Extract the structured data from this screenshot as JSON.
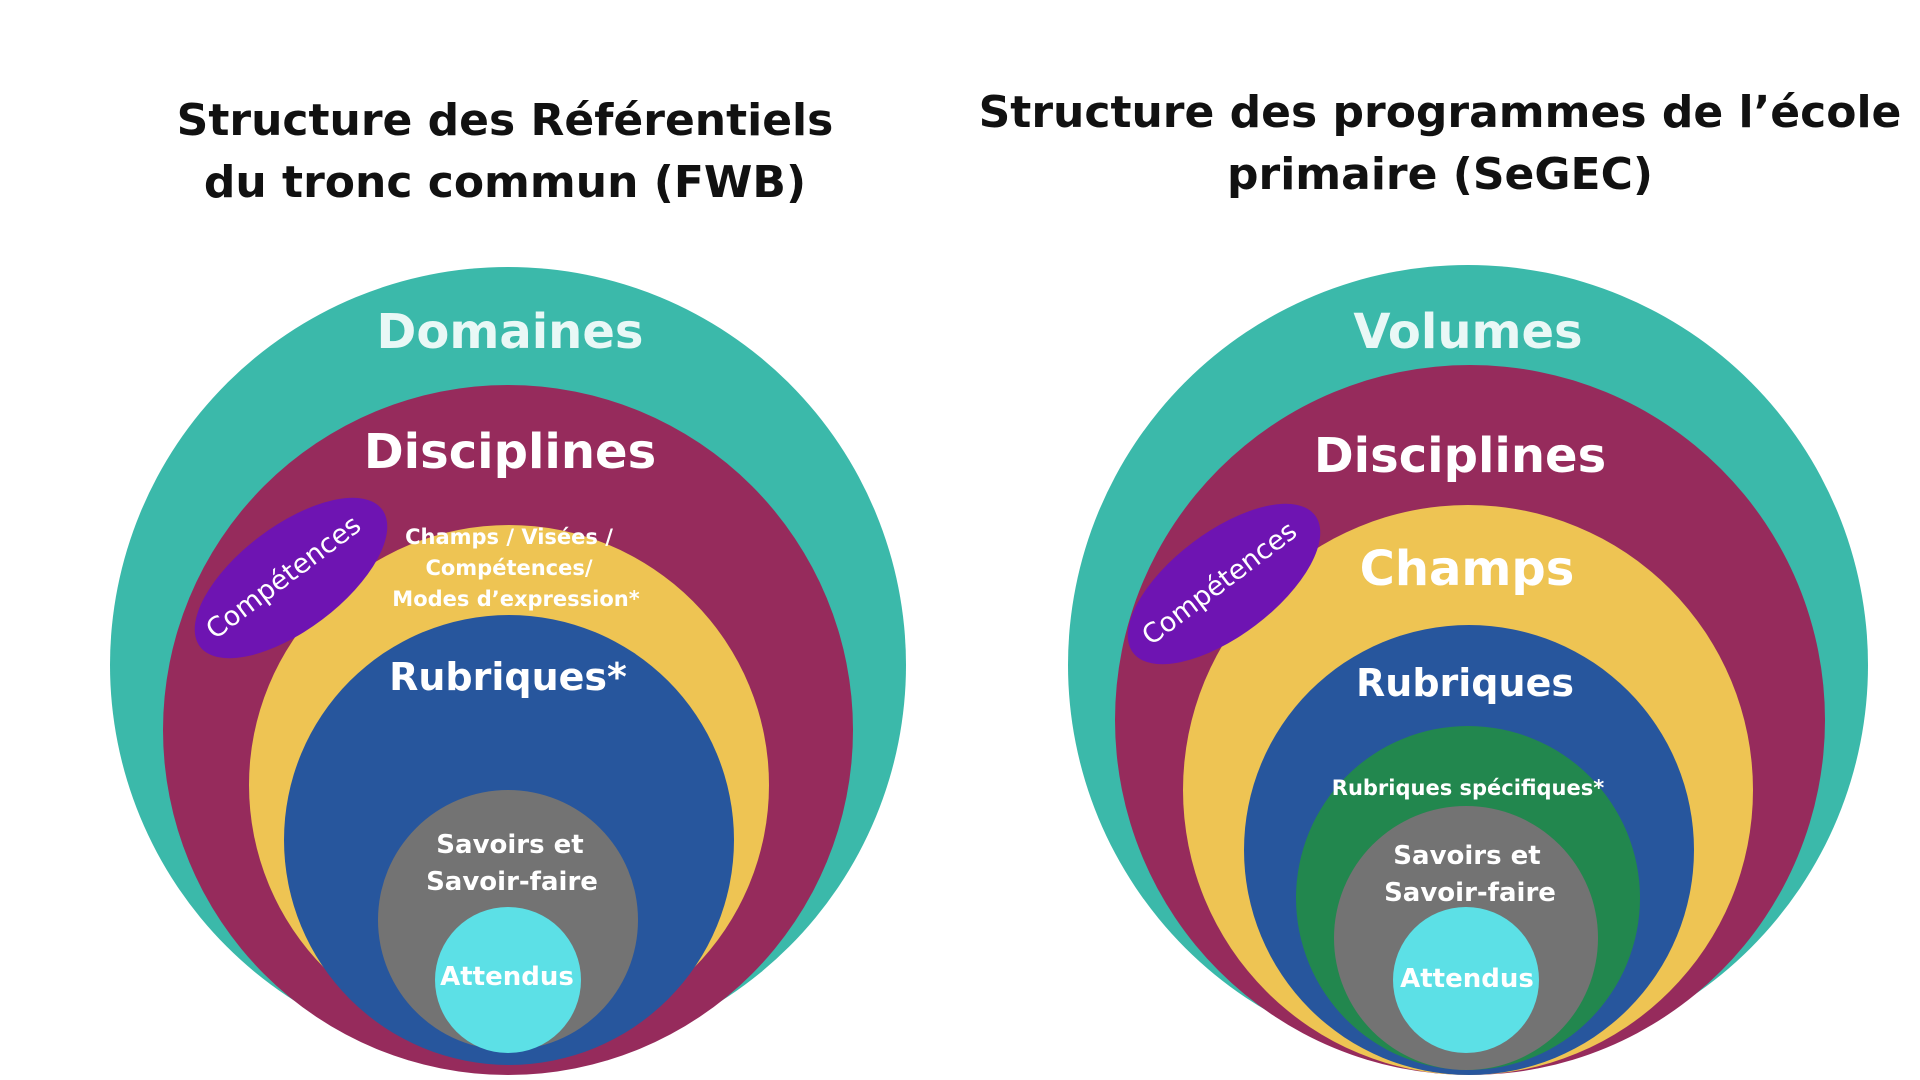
{
  "colors": {
    "teal": "#3BB9AA",
    "maroon": "#962B5C",
    "yellow": "#EEC453",
    "blue": "#27569D",
    "green": "#22874E",
    "gray": "#737373",
    "cyan": "#5CE0E6",
    "purple": "#6E14B2",
    "title": "#111111"
  },
  "left": {
    "title_line1": "Structure des Référentiels",
    "title_line2": "du tronc commun (FWB)",
    "domaines": "Domaines",
    "disciplines": "Disciplines",
    "competences": "Compétences",
    "champs_line1": "Champs / Visées /",
    "champs_line2": "Compétences/",
    "champs_line3": "Modes d’expression*",
    "rubriques": "Rubriques*",
    "savoirs_line1": "Savoirs et",
    "savoirs_line2": "Savoir-faire",
    "attendus": "Attendus"
  },
  "right": {
    "title_line1": "Structure des programmes de l’école",
    "title_line2": "primaire (SeGEC)",
    "volumes": "Volumes",
    "disciplines": "Disciplines",
    "competences": "Compétences",
    "champs": "Champs",
    "rubriques": "Rubriques",
    "rubriques_specifiques": "Rubriques spécifiques*",
    "savoirs_line1": "Savoirs et",
    "savoirs_line2": "Savoir-faire",
    "attendus": "Attendus"
  }
}
